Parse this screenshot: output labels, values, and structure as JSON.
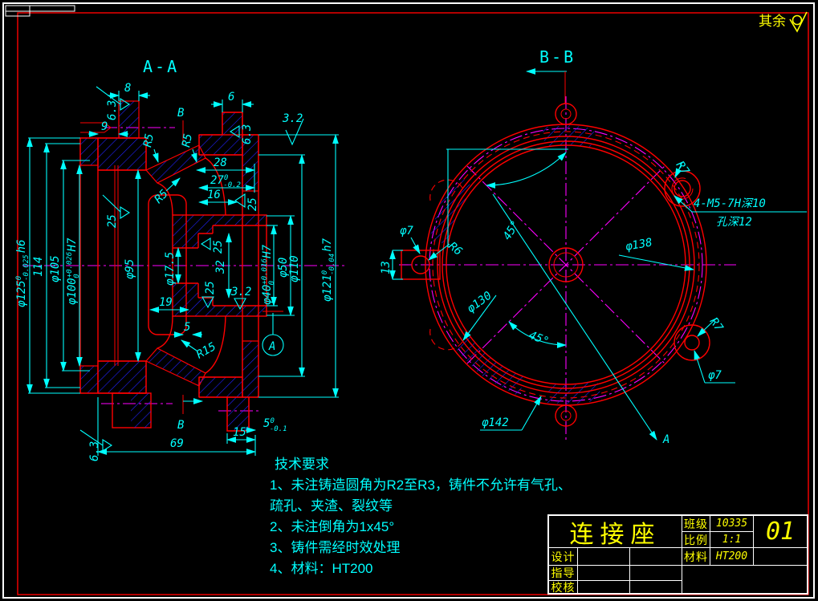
{
  "surface_note": {
    "label": "其余"
  },
  "views": {
    "aa_title": "A-A",
    "bb_title": "B-B"
  },
  "dims_aa": {
    "d125": {
      "main": "φ125",
      "sup": "0",
      "sub": "-0.025",
      "suffix": "h6"
    },
    "d114": "114",
    "d105": "φ105",
    "d100": {
      "main": "φ100",
      "sup": "+0.026",
      "sub": "0",
      "suffix": "H7"
    },
    "d95": "φ95",
    "d17_5": "φ17.5",
    "d32": "32",
    "d40": {
      "main": "φ40",
      "sup": "+0.016",
      "sub": "0",
      "suffix": "H7"
    },
    "d50": "φ50",
    "d110": "φ110",
    "d121": {
      "main": "φ121",
      "sup": "0",
      "sub": "-0.04",
      "suffix": "h7"
    },
    "d8": "8",
    "d6": "6",
    "d9": "9",
    "d28": "28",
    "d27": {
      "main": "27",
      "sup": "0",
      "sub": "-0.2"
    },
    "d16": "16",
    "d19": "19",
    "d5": "5",
    "d69": "69",
    "d15": "15",
    "d5tol": {
      "main": "5",
      "sup": "0",
      "sub": "-0.1"
    },
    "r15": "R15",
    "r5": "R5",
    "sf63": "6.3",
    "sf25": "25",
    "sf32": "3.2",
    "datum_a": "A",
    "section_b": "B"
  },
  "dims_bb": {
    "m5_line1": "4-M5-7H深10",
    "m5_line2": "孔深12",
    "d7": "φ7",
    "r6": "R6",
    "d13": "13",
    "d130": "φ130",
    "d138": "φ138",
    "d142": "φ142",
    "r7": "R7",
    "a45": "45°",
    "arrow_a": "A"
  },
  "tech": {
    "lines": [
      "技术要求",
      "1、未注铸造圆角为R2至R3，铸件不允许有气孔、",
      "疏孔、夹渣、裂纹等",
      "2、未注倒角为1x45°",
      "3、铸件需经时效处理",
      "4、材料：HT200"
    ]
  },
  "title_block": {
    "part_name": "连接座",
    "class_label": "班级",
    "class_value": "10335",
    "scale_label": "比例",
    "scale_value": "1:1",
    "material_label": "材料",
    "material_value": "HT200",
    "drawing_no": "01",
    "design_label": "设计",
    "guide_label": "指导",
    "check_label": "校核"
  },
  "colors": {
    "outline": "#ff0000",
    "hatch": "#2222ff",
    "dimension": "#00ffff",
    "centerline": "#ff00ff",
    "annotation": "#ffff00",
    "frame": "#ffffff",
    "background": "#000000"
  }
}
